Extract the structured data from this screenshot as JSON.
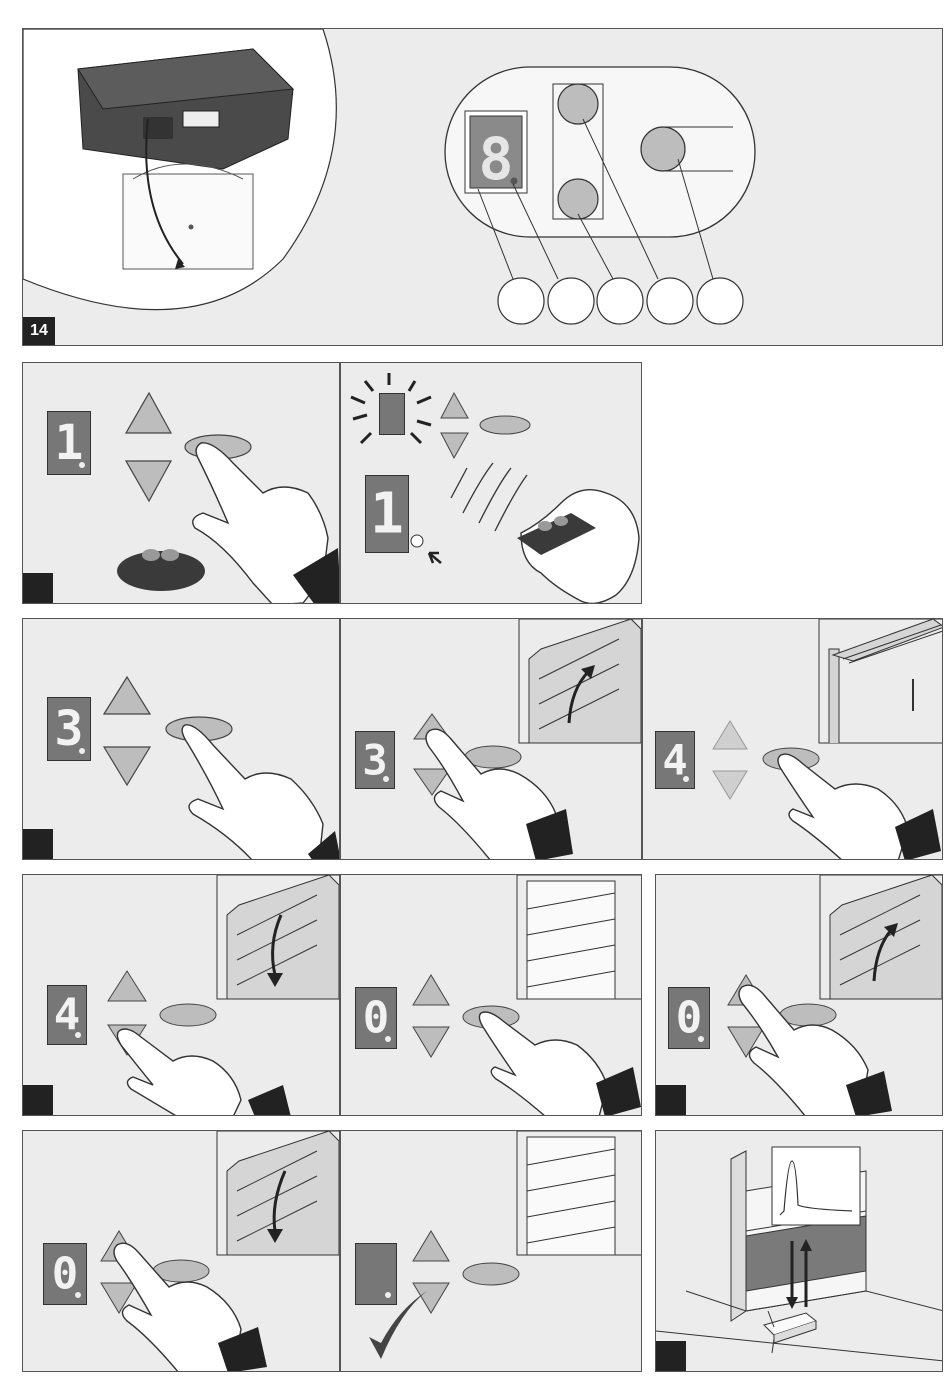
{
  "figure": {
    "number": "14"
  },
  "rows": {
    "row2": {
      "panel1": {
        "display": "1"
      },
      "panel2": {
        "display_top": "",
        "display_bottom": "1"
      }
    },
    "row3": {
      "panel1": {
        "display": "3"
      },
      "panel2": {
        "display": "3"
      },
      "panel3": {
        "display": "4"
      }
    },
    "row4": {
      "panel1": {
        "display": "4"
      },
      "panel2": {
        "display": "0"
      },
      "panel3": {
        "display": "0"
      }
    },
    "row5": {
      "panel1": {
        "display": "0"
      },
      "panel2": {
        "display": ""
      }
    }
  },
  "colors": {
    "panel_bg": "#ececec",
    "display_bg": "#777777",
    "button_fill": "#bdbdbd",
    "sleeve": "#222222"
  }
}
